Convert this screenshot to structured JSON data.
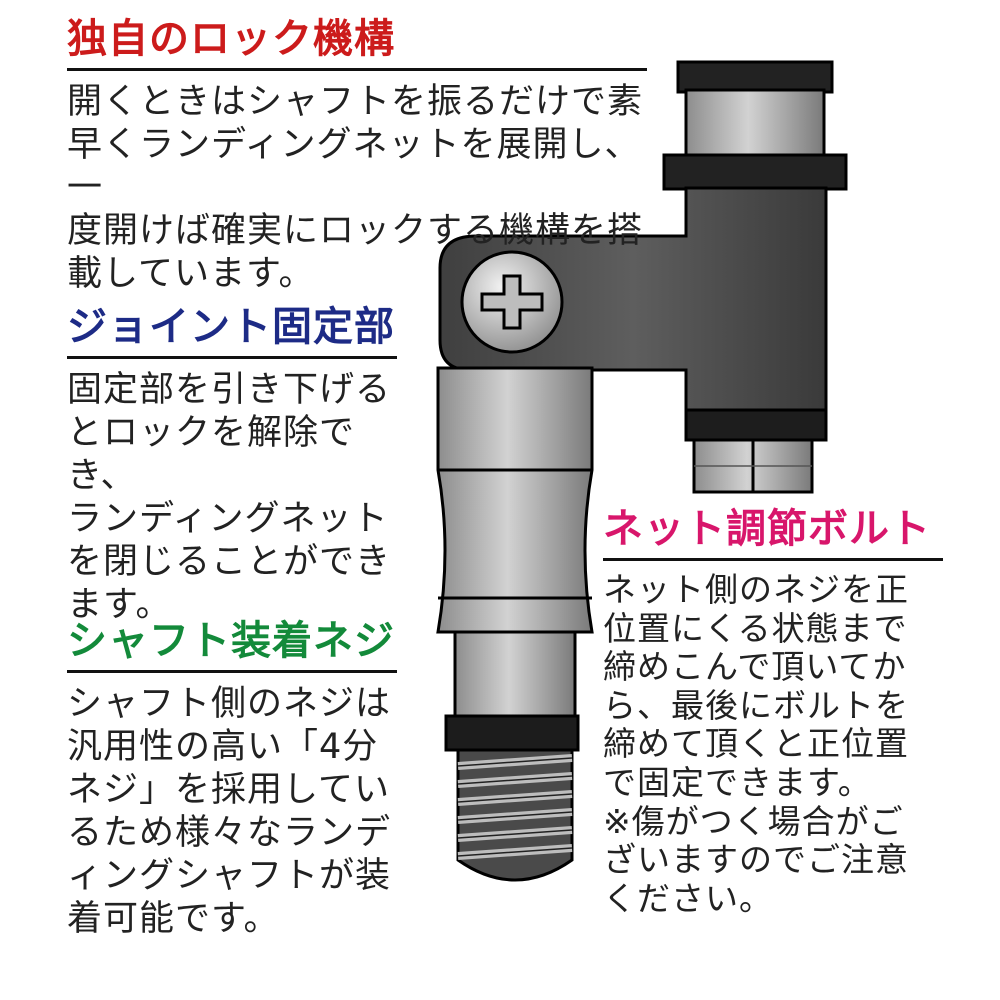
{
  "colors": {
    "lock_heading": "#cc1b1b",
    "joint_heading": "#1d2b86",
    "shaft_screw_heading": "#138a3a",
    "bolt_heading": "#d8166b"
  },
  "sections": {
    "lock": {
      "heading": "独自のロック機構",
      "body": "開くときはシャフトを振るだけで素\n早くランディングネットを展開し、一\n度開けば確実にロックする機構を搭\n載しています。"
    },
    "joint": {
      "heading": "ジョイント固定部",
      "body": "固定部を引き下げる\nとロックを解除でき、\nランディングネット\nを閉じることができ\nます。"
    },
    "shaft_screw": {
      "heading": "シャフト装着ネジ",
      "body": "シャフト側のネジは\n汎用性の高い「4分\nネジ」を採用してい\nるため様々なランデ\nィングシャフトが装\n着可能です。"
    },
    "bolt": {
      "heading": "ネット調節ボルト",
      "body": "ネット側のネジを正\n位置にくる状態まで\n締めこんで頂いてか\nら、最後にボルトを\n締めて頂くと正位置\nで固定できます。\n※傷がつく場合がご\nざいますのでご注意\nください。"
    }
  },
  "illustration": {
    "subject": "landing-net-joint",
    "icons": [
      "phillips-screw-icon"
    ]
  }
}
